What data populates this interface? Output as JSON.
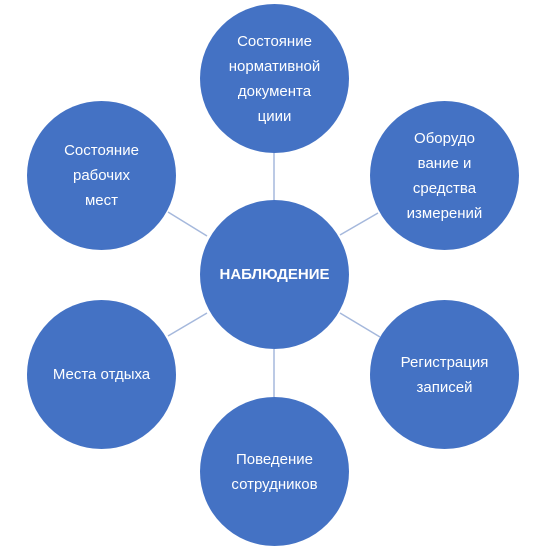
{
  "diagram": {
    "center": "НАБЛЮДЕНИЕ",
    "nodes": {
      "top": "Состояние\nнормативной\nдокумента\nциии",
      "upper_right": "Оборудо\nвание и\nсредства\nизмерений",
      "lower_right": "Регистрация\nзаписей",
      "bottom": "Поведение\nсотрудников",
      "lower_left": "Места отдыха",
      "upper_left": "Состояние\nрабочих\nмест"
    },
    "colors": {
      "circle_fill": "#4472c4",
      "connector": "#a5b8dc",
      "text": "#ffffff"
    }
  }
}
